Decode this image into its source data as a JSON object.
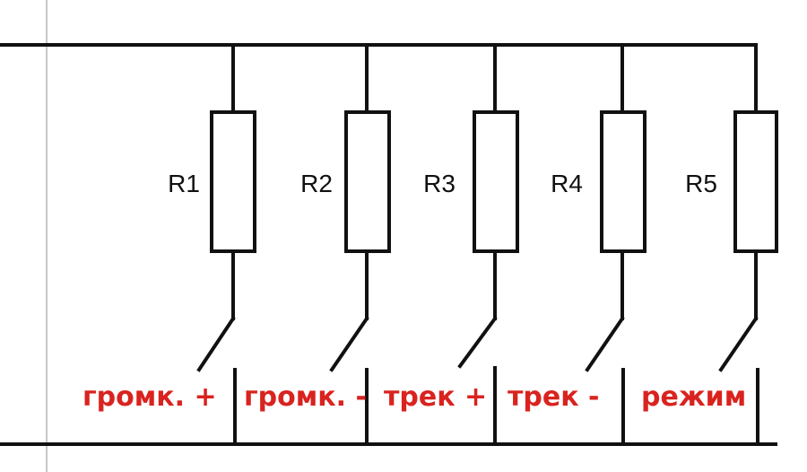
{
  "diagram": {
    "resistor_labels": [
      "R1",
      "R2",
      "R3",
      "R4",
      "R5"
    ],
    "button_labels": [
      "громк. +",
      "громк. -",
      "трек +",
      "трек -",
      "режим"
    ],
    "colors": {
      "wire": "#111111",
      "label_text": "#111111",
      "button_text": "#d9231f",
      "background": "#ffffff",
      "left_edge": "#c8c8c8"
    }
  }
}
